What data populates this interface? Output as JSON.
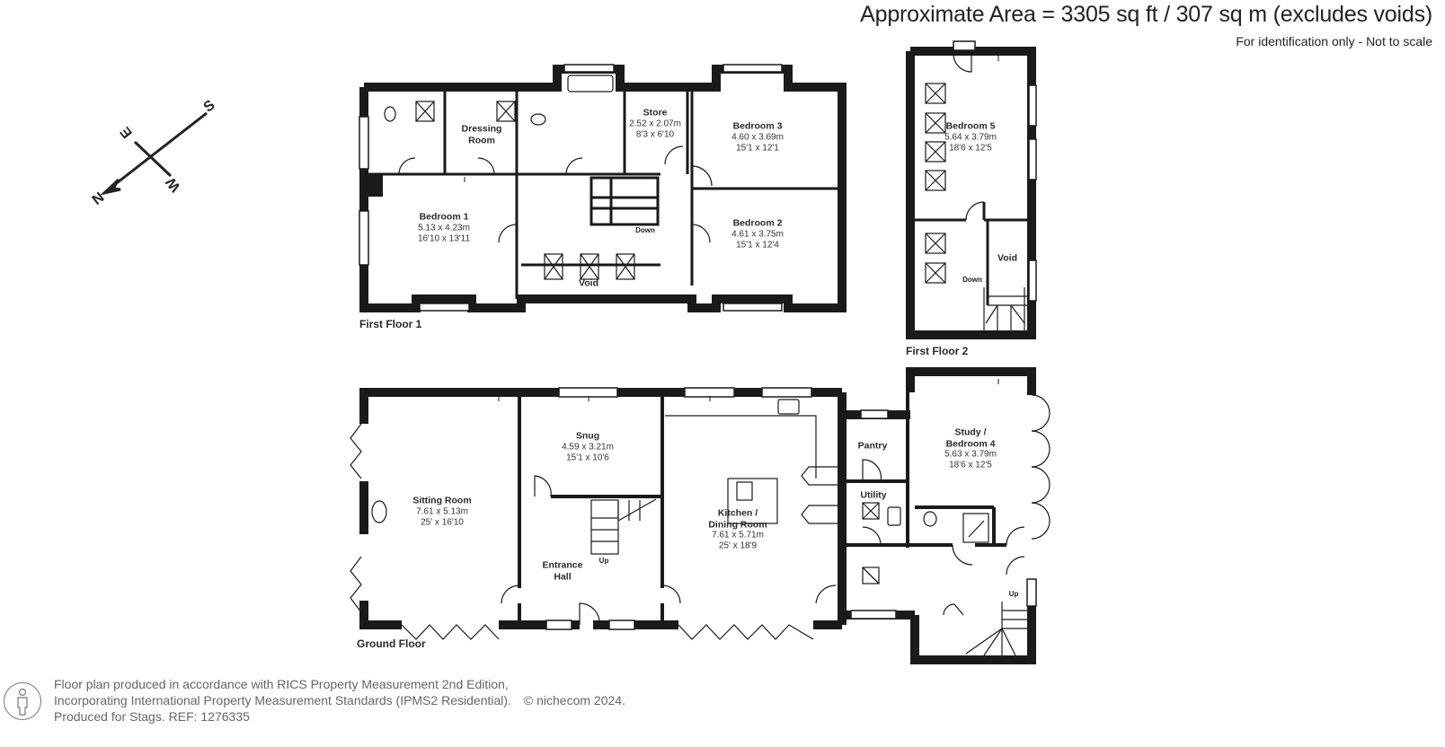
{
  "header": {
    "area_title": "Approximate Area = 3305 sq ft / 307 sq m (excludes voids)",
    "scale_note": "For identification only - Not to scale"
  },
  "compass": {
    "n": "N",
    "s": "S",
    "e": "E",
    "w": "W",
    "icon": "compass-icon"
  },
  "floors": {
    "first_floor_1": {
      "label": "First Floor 1",
      "rooms": {
        "dressing": {
          "name_l1": "Dressing",
          "name_l2": "Room"
        },
        "store": {
          "name": "Store",
          "metric": "2.52 x 2.07m",
          "imperial": "8'3 x 6'10"
        },
        "bedroom3": {
          "name": "Bedroom 3",
          "metric": "4.60 x 3.69m",
          "imperial": "15'1 x 12'1"
        },
        "bedroom1": {
          "name": "Bedroom 1",
          "metric": "5.13 x 4.23m",
          "imperial": "16'10 x 13'11"
        },
        "bedroom2": {
          "name": "Bedroom 2",
          "metric": "4.61 x 3.75m",
          "imperial": "15'1 x 12'4"
        },
        "void": {
          "name": "Void"
        }
      },
      "stairs_label": "Down"
    },
    "first_floor_2": {
      "label": "First Floor 2",
      "rooms": {
        "bedroom5": {
          "name": "Bedroom 5",
          "metric": "5.64 x 3.79m",
          "imperial": "18'6 x 12'5"
        },
        "void": {
          "name": "Void"
        }
      },
      "stairs_label": "Down"
    },
    "ground_floor": {
      "label": "Ground Floor",
      "rooms": {
        "sitting": {
          "name": "Sitting Room",
          "metric": "7.61 x 5.13m",
          "imperial": "25' x 16'10"
        },
        "snug": {
          "name": "Snug",
          "metric": "4.59 x 3.21m",
          "imperial": "15'1 x 10'6"
        },
        "entrance": {
          "name_l1": "Entrance",
          "name_l2": "Hall"
        },
        "kitchen": {
          "name_l1": "Kitchen /",
          "name_l2": "Dining Room",
          "metric": "7.61 x 5.71m",
          "imperial": "25' x 18'9"
        },
        "pantry": {
          "name": "Pantry"
        },
        "utility": {
          "name": "Utility"
        },
        "study": {
          "name_l1": "Study /",
          "name_l2": "Bedroom 4",
          "metric": "5.63 x 3.79m",
          "imperial": "18'6 x 12'5"
        }
      },
      "stairs_up_label": "Up",
      "stairs_up_label_2": "Up"
    }
  },
  "footer": {
    "line1": "Floor plan produced in accordance with RICS Property Measurement 2nd Edition,",
    "line2": "Incorporating International Property Measurement Standards (IPMS2 Residential).",
    "brand": "© nichecom 2024.",
    "line3": "Produced for Stags.   REF: 1276335",
    "icon": "person-icon"
  },
  "colors": {
    "wall": "#1a1a1a",
    "text": "#222222",
    "footer_text": "#666666",
    "background": "#ffffff"
  }
}
